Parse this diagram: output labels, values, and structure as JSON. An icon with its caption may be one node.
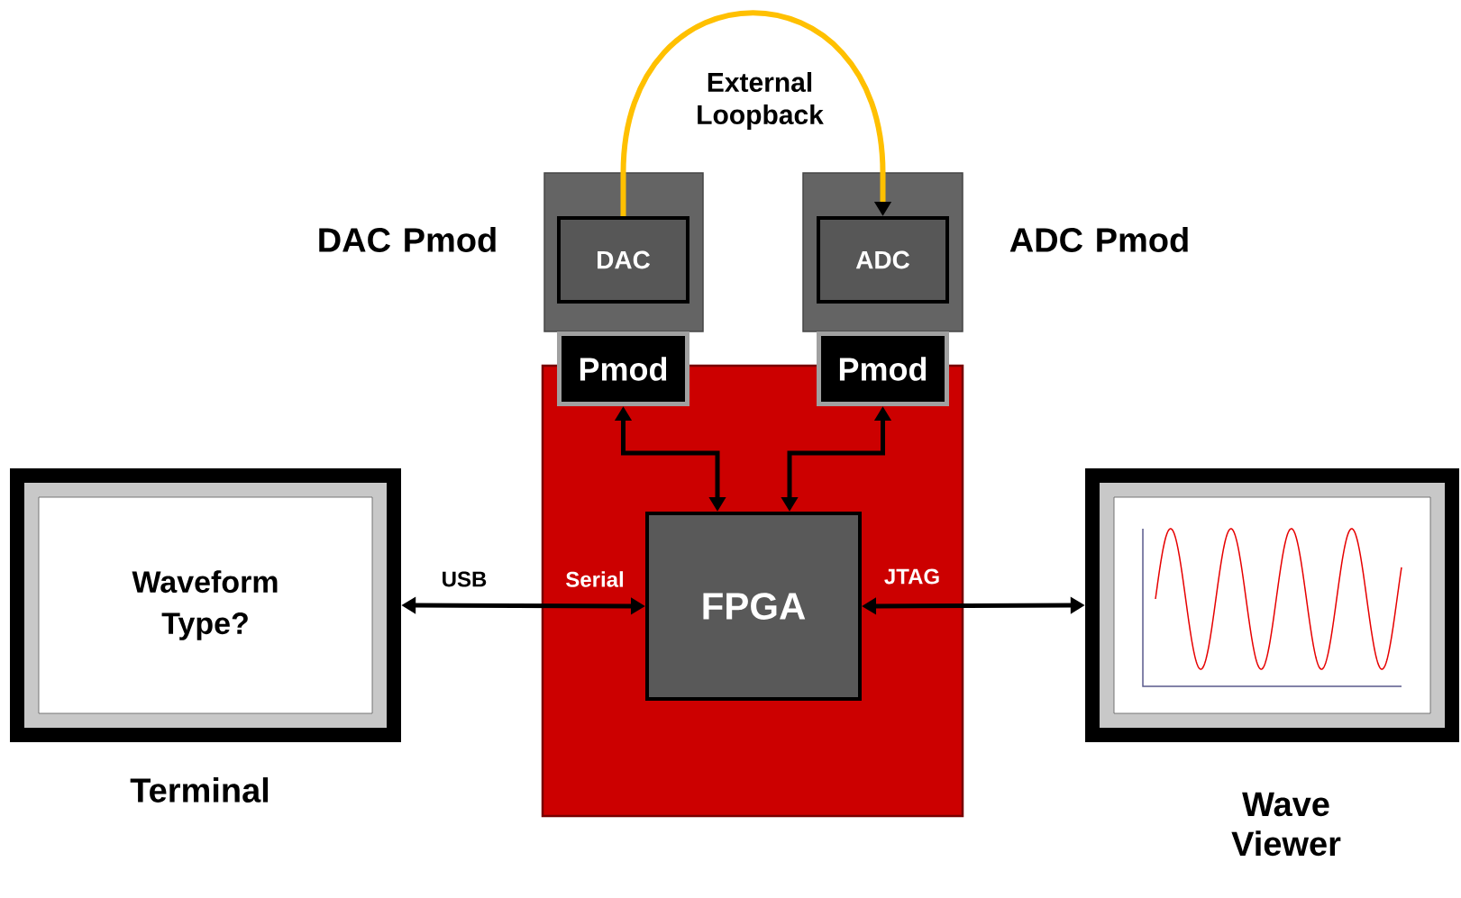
{
  "diagram": {
    "nodes": [
      {
        "text": [
          "Waveform Type?"
        ],
        "beside": [
          "Terminal"
        ]
      },
      {
        "text": [],
        "shape": "box",
        "beside": [
          "DAC Pmod"
        ]
      },
      {
        "text": [
          "DAC"
        ],
        "in": 1
      },
      {
        "text": [
          "Pmod"
        ]
      },
      {
        "text": [],
        "shape": "box",
        "beside": [
          "ADC Pmod"
        ]
      },
      {
        "text": [
          "ADC"
        ],
        "in": 4
      },
      {
        "text": [
          "Pmod"
        ]
      },
      {
        "text": [],
        "shape": "box"
      },
      {
        "text": [
          "FPGA"
        ],
        "in": 7
      },
      {
        "text": [],
        "shape": "box",
        "beside": [
          "Wave Viewer"
        ]
      }
    ],
    "edges": [
      {
        "from": 2,
        "to": 5,
        "arrow": "to",
        "label": "External Loopback",
        "color": "#ffc000"
      },
      {
        "from": 3,
        "to": 8,
        "arrow": "both"
      },
      {
        "from": 6,
        "to": 8,
        "arrow": "both"
      },
      {
        "from": 0,
        "to": 8,
        "arrow": "both",
        "label": "USB"
      },
      {
        "from": 8,
        "to": 9,
        "arrow": "both",
        "label": "JTAG"
      }
    ],
    "labels": [
      "Serial"
    ]
  }
}
